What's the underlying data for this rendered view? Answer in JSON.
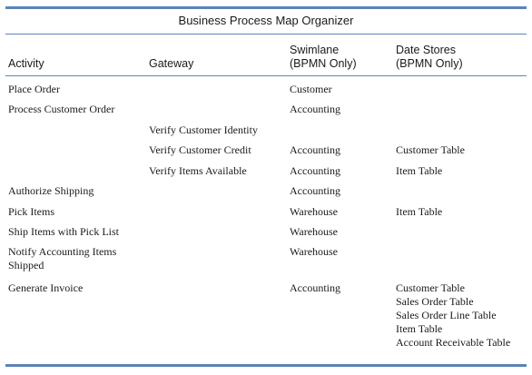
{
  "title": "Business Process Map Organizer",
  "headers": {
    "activity": "Activity",
    "gateway": "Gateway",
    "swimlane_1": "Swimlane",
    "swimlane_2": "(BPMN Only)",
    "datastores_1": "Date Stores",
    "datastores_2": "(BPMN Only)"
  },
  "rows": [
    {
      "activity": "Place Order",
      "gateway": "",
      "swimlane": "Customer",
      "datastores": []
    },
    {
      "activity": "Process Customer Order",
      "gateway": "",
      "swimlane": "Accounting",
      "datastores": []
    },
    {
      "activity": "",
      "gateway": "Verify Customer Identity",
      "swimlane": "",
      "datastores": []
    },
    {
      "activity": "",
      "gateway": "Verify Customer Credit",
      "swimlane": "Accounting",
      "datastores": [
        "Customer Table"
      ]
    },
    {
      "activity": "",
      "gateway": "Verify Items Available",
      "swimlane": "Accounting",
      "datastores": [
        "Item Table"
      ]
    },
    {
      "activity": "Authorize Shipping",
      "gateway": "",
      "swimlane": "Accounting",
      "datastores": []
    },
    {
      "activity": "Pick Items",
      "gateway": "",
      "swimlane": "Warehouse",
      "datastores": [
        "Item Table"
      ]
    },
    {
      "activity": "Ship Items with Pick List",
      "gateway": "",
      "swimlane": "Warehouse",
      "datastores": []
    },
    {
      "activity_lines": [
        "Notify Accounting Items",
        "Shipped"
      ],
      "gateway": "",
      "swimlane": "Warehouse",
      "datastores": []
    },
    {
      "activity": "Generate Invoice",
      "gateway": "",
      "swimlane": "Accounting",
      "datastores": [
        "Customer Table",
        "Sales Order Table",
        "Sales Order Line Table",
        "Item Table",
        "Account Receivable Table"
      ]
    }
  ]
}
